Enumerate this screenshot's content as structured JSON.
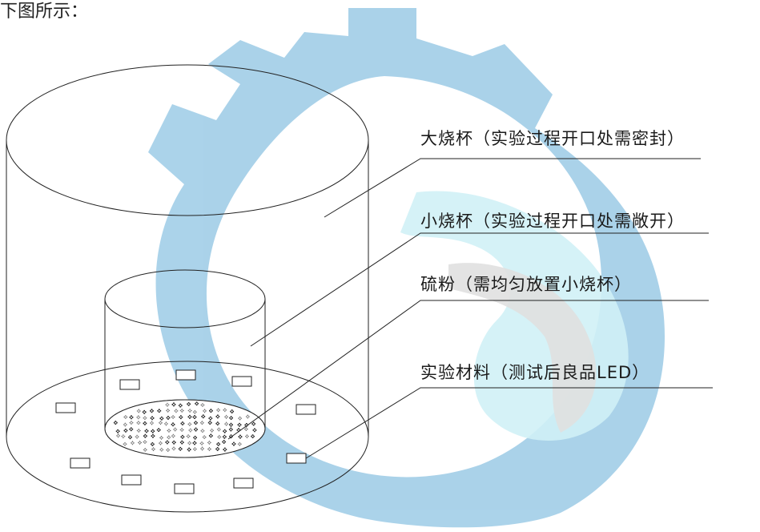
{
  "intro_text": "下图所示：",
  "labels": {
    "large_beaker": "大烧杯（实验过程开口处需密封）",
    "small_beaker": "小烧杯（实验过程开口处需敞开）",
    "sulfur_powder": "硫粉（需均匀放置小烧杯）",
    "test_material": "实验材料（测试后良品LED）"
  },
  "colors": {
    "outline": "#222222",
    "watermark_blue": "#8fc3e3",
    "watermark_cyan": "#b8ecf4",
    "watermark_gray": "#d9d9d9"
  }
}
